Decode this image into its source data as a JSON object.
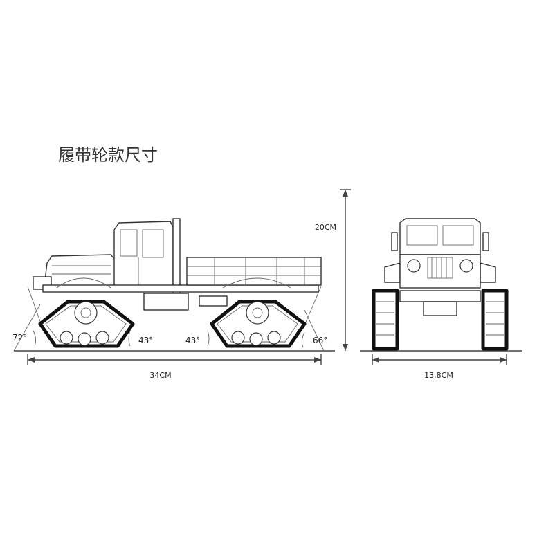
{
  "title": "履带轮款尺寸",
  "dimensions": {
    "length": "34CM",
    "height": "20CM",
    "width": "13.8CM"
  },
  "angles": {
    "front_approach": "72°",
    "front_departure": "43°",
    "rear_approach": "43°",
    "rear_departure": "66°"
  },
  "colors": {
    "line": "#444444",
    "track": "#111111",
    "text": "#222222"
  }
}
